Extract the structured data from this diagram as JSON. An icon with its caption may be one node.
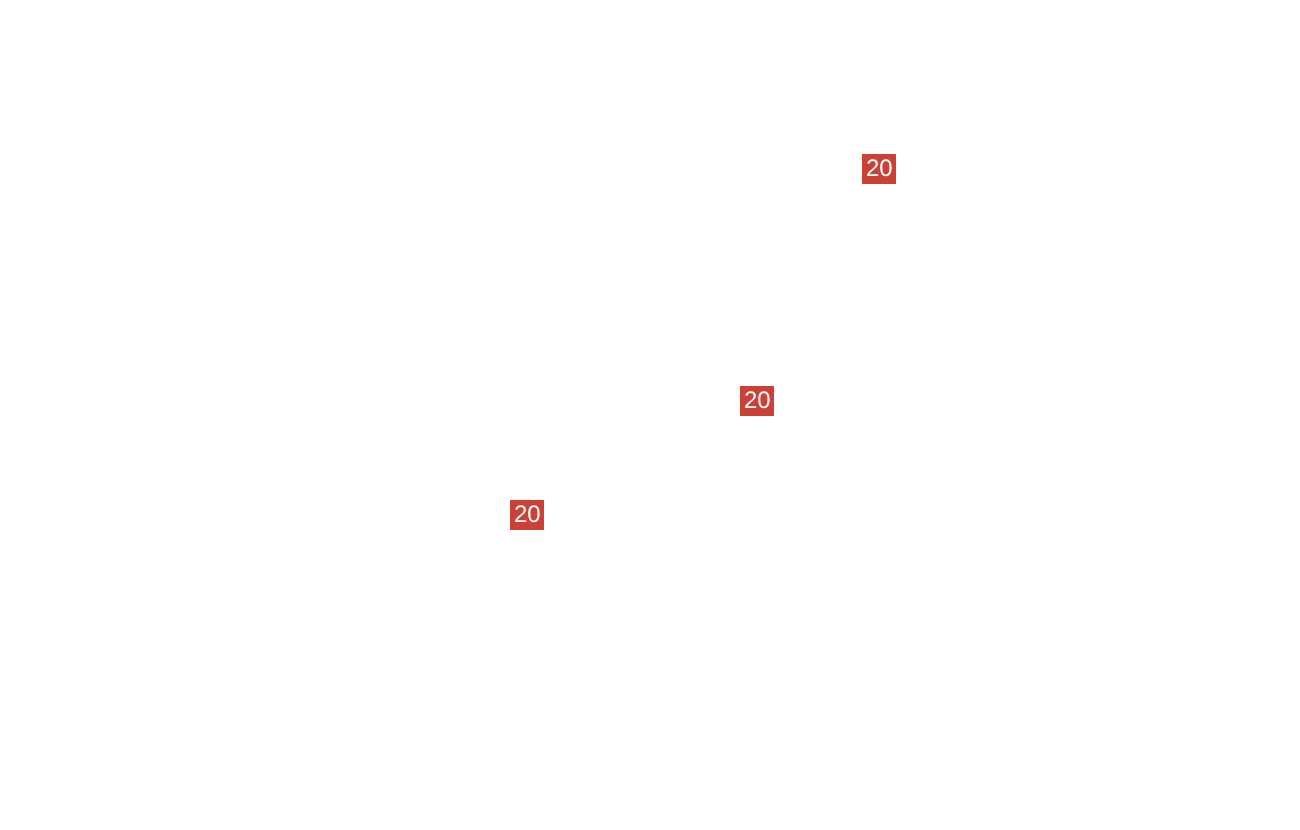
{
  "diagram": {
    "nodes": [
      {
        "text": [
          "20"
        ]
      },
      {
        "text": [
          "20"
        ]
      },
      {
        "text": [
          "20"
        ]
      }
    ]
  }
}
